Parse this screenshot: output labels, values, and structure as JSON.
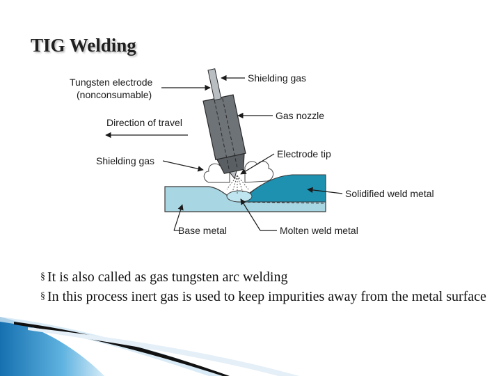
{
  "slide": {
    "title": "TIG Welding",
    "bullets": [
      "It is also called as gas tungsten arc welding",
      "In this process inert gas is used to keep impurities away from the metal surface"
    ],
    "bullet_glyph": "§",
    "accent_color": "#1a7fc0"
  },
  "diagram": {
    "labels": {
      "tungsten_line1": "Tungsten electrode",
      "tungsten_line2": "(nonconsumable)",
      "shielding_gas_top": "Shielding gas",
      "gas_nozzle": "Gas nozzle",
      "direction": "Direction of travel",
      "electrode_tip": "Electrode tip",
      "shielding_gas_left": "Shielding gas",
      "solidified": "Solidified weld metal",
      "base_metal": "Base metal",
      "molten": "Molten weld metal"
    },
    "colors": {
      "base_metal": "#a9d6e3",
      "solidified_metal": "#1e90b0",
      "nozzle": "#6e7378",
      "electrode": "#b9bec2"
    }
  }
}
